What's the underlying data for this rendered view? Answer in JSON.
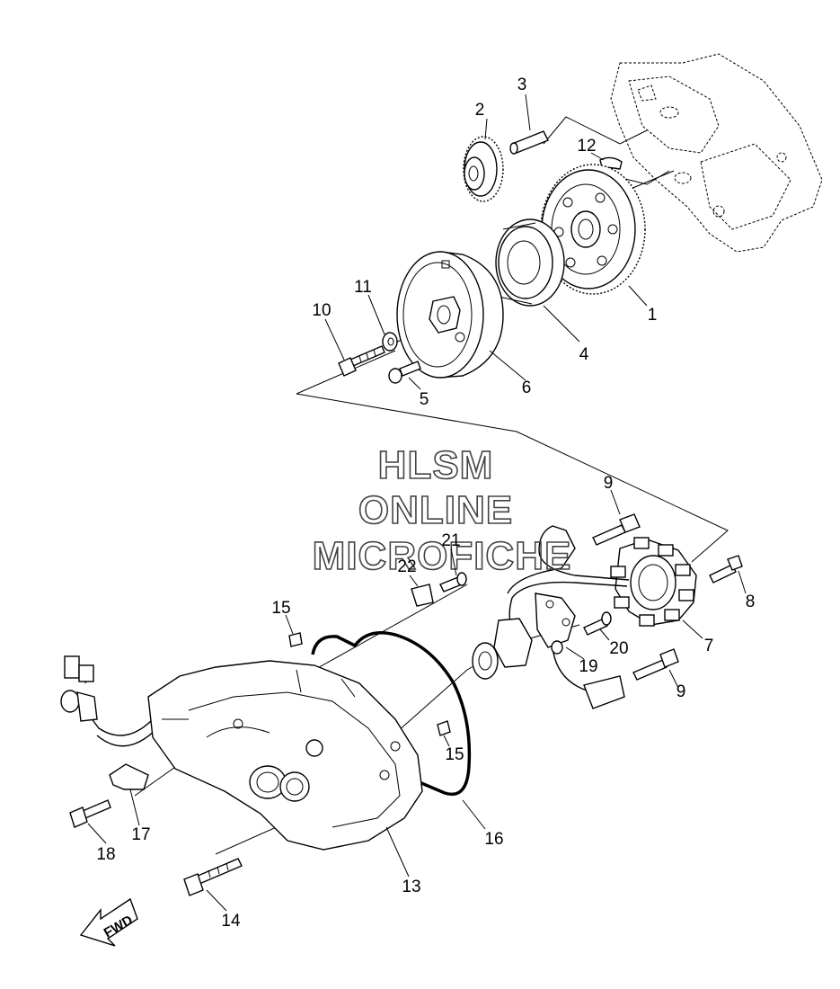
{
  "diagram": {
    "callouts": [
      {
        "id": "c1",
        "label": "1"
      },
      {
        "id": "c2",
        "label": "2"
      },
      {
        "id": "c3",
        "label": "3"
      },
      {
        "id": "c4",
        "label": "4"
      },
      {
        "id": "c5",
        "label": "5"
      },
      {
        "id": "c6",
        "label": "6"
      },
      {
        "id": "c7",
        "label": "7"
      },
      {
        "id": "c8",
        "label": "8"
      },
      {
        "id": "c9a",
        "label": "9"
      },
      {
        "id": "c9b",
        "label": "9"
      },
      {
        "id": "c10",
        "label": "10"
      },
      {
        "id": "c11",
        "label": "11"
      },
      {
        "id": "c12",
        "label": "12"
      },
      {
        "id": "c13",
        "label": "13"
      },
      {
        "id": "c14",
        "label": "14"
      },
      {
        "id": "c15a",
        "label": "15"
      },
      {
        "id": "c15b",
        "label": "15"
      },
      {
        "id": "c16",
        "label": "16"
      },
      {
        "id": "c17",
        "label": "17"
      },
      {
        "id": "c18",
        "label": "18"
      },
      {
        "id": "c19",
        "label": "19"
      },
      {
        "id": "c20",
        "label": "20"
      },
      {
        "id": "c21",
        "label": "21"
      },
      {
        "id": "c22",
        "label": "22"
      }
    ],
    "watermark": {
      "line1": "HLSM",
      "line2": "ONLINE",
      "line3": "MICROFICHE"
    },
    "direction_arrow": {
      "label": "FWD"
    }
  }
}
